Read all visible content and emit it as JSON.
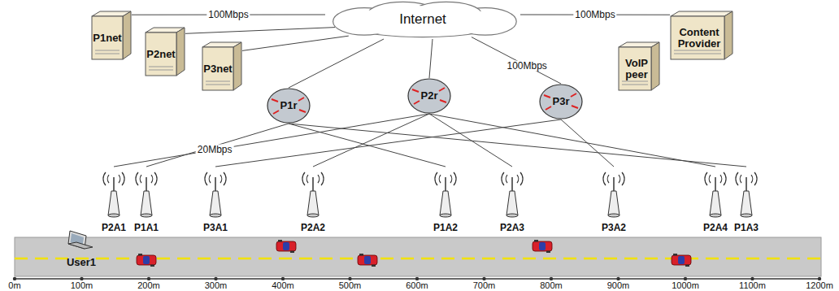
{
  "diagram": {
    "nodes": [
      {
        "text": [
          "Internet"
        ]
      },
      {
        "text": [
          "P1net"
        ]
      },
      {
        "text": [
          "P2net"
        ]
      },
      {
        "text": [
          "P3net"
        ]
      },
      {
        "text": [
          "VoIP peer"
        ]
      },
      {
        "text": [
          "Content Provider"
        ]
      },
      {
        "text": [
          "P1r"
        ]
      },
      {
        "text": [
          "P2r"
        ]
      },
      {
        "text": [
          "P3r"
        ]
      },
      {
        "text": [
          "P2A1"
        ]
      },
      {
        "text": [
          "P1A1"
        ]
      },
      {
        "text": [
          "P3A1"
        ]
      },
      {
        "text": [
          "P2A2"
        ]
      },
      {
        "text": [
          "P1A2"
        ]
      },
      {
        "text": [
          "P2A3"
        ]
      },
      {
        "text": [
          "P3A2"
        ]
      },
      {
        "text": [
          "P2A4"
        ]
      },
      {
        "text": [
          "P1A3"
        ]
      },
      {
        "text": [
          "User1"
        ]
      }
    ],
    "edges": [
      {
        "from": 0,
        "to": 1,
        "arrow": "none",
        "label": "100Mbps"
      },
      {
        "from": 0,
        "to": 2,
        "arrow": "none"
      },
      {
        "from": 0,
        "to": 3,
        "arrow": "none"
      },
      {
        "from": 0,
        "to": 5,
        "arrow": "none",
        "label": "100Mbps"
      },
      {
        "from": 0,
        "to": 6,
        "arrow": "none"
      },
      {
        "from": 0,
        "to": 7,
        "arrow": "none"
      },
      {
        "from": 0,
        "to": 8,
        "arrow": "none",
        "label": "100Mbps"
      },
      {
        "from": 6,
        "to": 10,
        "arrow": "none"
      },
      {
        "from": 6,
        "to": 13,
        "arrow": "none"
      },
      {
        "from": 6,
        "to": 17,
        "arrow": "none"
      },
      {
        "from": 7,
        "to": 9,
        "arrow": "none",
        "label": "20Mbps"
      },
      {
        "from": 7,
        "to": 12,
        "arrow": "none"
      },
      {
        "from": 7,
        "to": 14,
        "arrow": "none"
      },
      {
        "from": 7,
        "to": 16,
        "arrow": "none"
      },
      {
        "from": 8,
        "to": 11,
        "arrow": "none"
      },
      {
        "from": 8,
        "to": 15,
        "arrow": "none"
      }
    ],
    "labels": [
      "0m",
      "100m",
      "200m",
      "300m",
      "400m",
      "500m",
      "600m",
      "700m",
      "800m",
      "900m",
      "1000m",
      "1100m",
      "1200m"
    ]
  }
}
